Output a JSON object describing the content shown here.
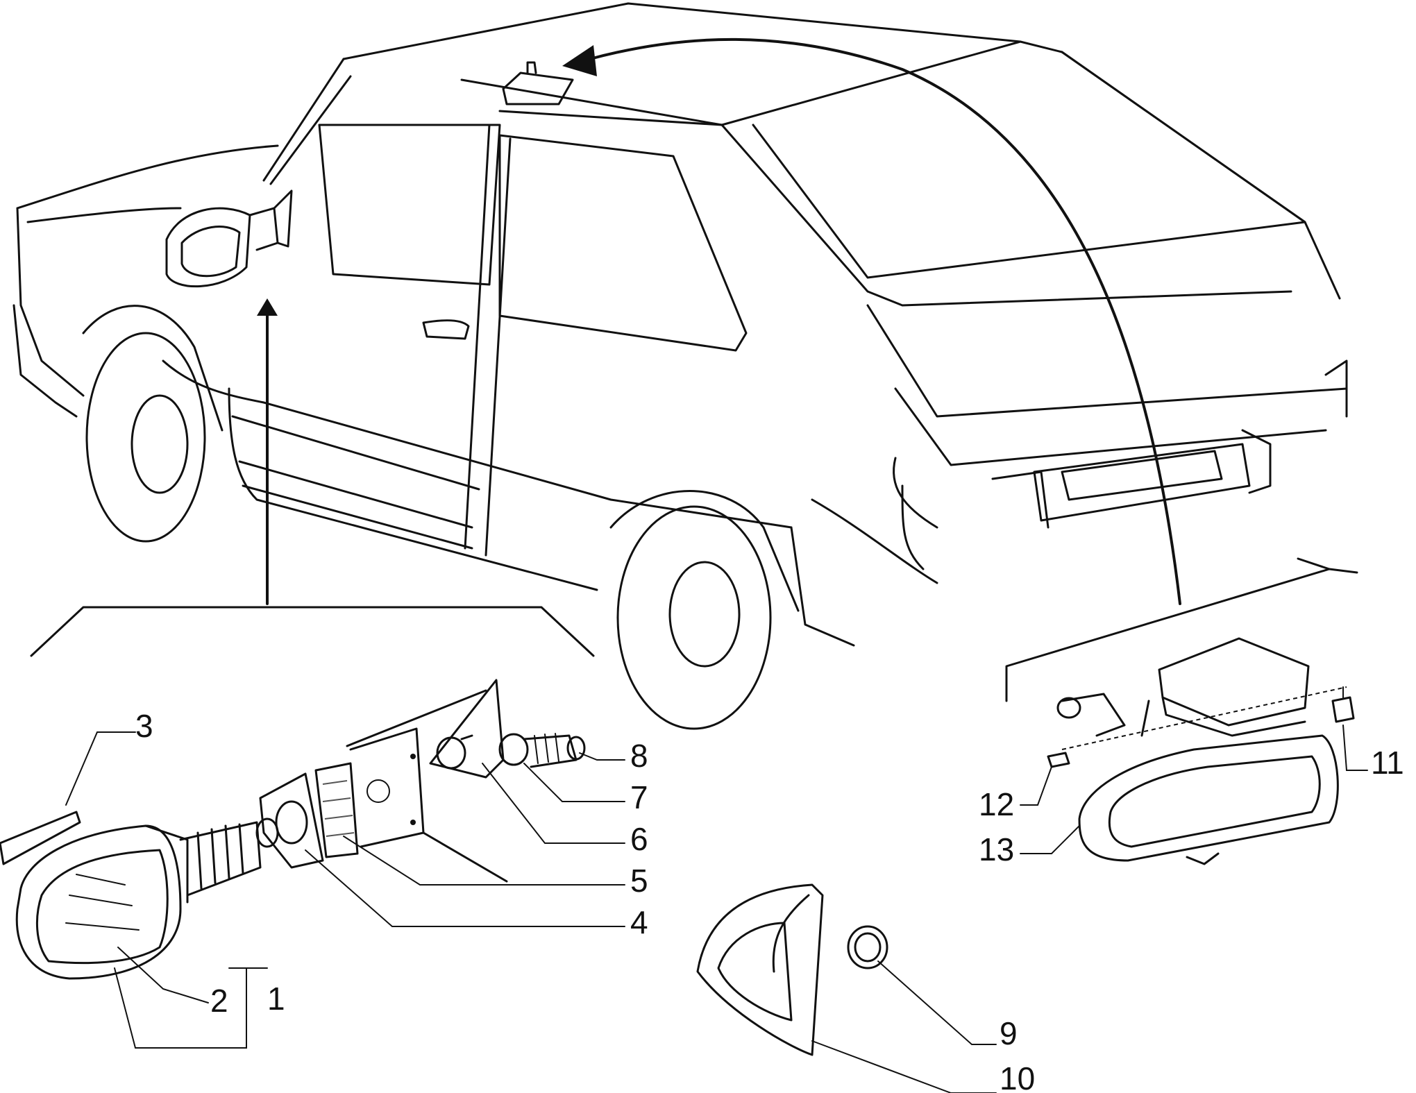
{
  "callouts": [
    {
      "id": "c1",
      "text": "1"
    },
    {
      "id": "c2",
      "text": "2"
    },
    {
      "id": "c3",
      "text": "3"
    },
    {
      "id": "c4",
      "text": "4"
    },
    {
      "id": "c5",
      "text": "5"
    },
    {
      "id": "c6",
      "text": "6"
    },
    {
      "id": "c7",
      "text": "7"
    },
    {
      "id": "c8",
      "text": "8"
    },
    {
      "id": "c9",
      "text": "9"
    },
    {
      "id": "c10",
      "text": "10"
    },
    {
      "id": "c11",
      "text": "11"
    },
    {
      "id": "c12",
      "text": "12"
    },
    {
      "id": "c13",
      "text": "13"
    }
  ]
}
